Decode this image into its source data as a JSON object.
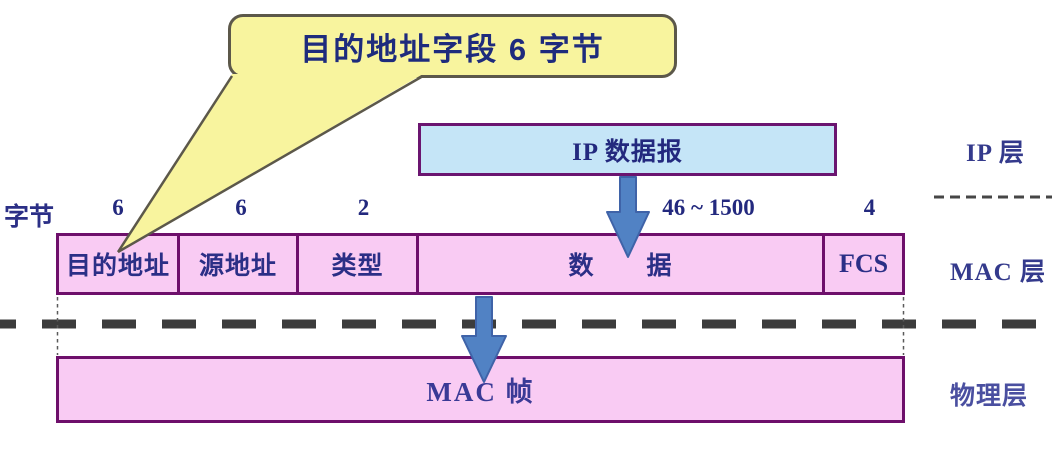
{
  "callout": {
    "text": "目的地址字段 6 字节"
  },
  "byte_row": {
    "unit_label": "字节",
    "sizes": [
      "6",
      "6",
      "2",
      "46 ~ 1500",
      "4"
    ]
  },
  "ip_box": {
    "label": "IP 数据报"
  },
  "frame": {
    "fields": [
      {
        "label": "目的地址",
        "size": "6"
      },
      {
        "label": "源地址",
        "size": "6"
      },
      {
        "label": "类型",
        "size": "2"
      },
      {
        "label": "数　　据",
        "size": "46 ~ 1500"
      },
      {
        "label": "FCS",
        "size": "4"
      }
    ]
  },
  "mac_frame_box": {
    "label": "MAC 帧"
  },
  "layer_labels": {
    "ip": "IP 层",
    "mac": "MAC 层",
    "physical": "物理层"
  },
  "colors": {
    "field_fill": "#F9CBF3",
    "field_border": "#6E0F6B",
    "ip_box_fill": "#C5E5F7",
    "ip_box_border": "#6B1570",
    "callout_fill": "#F8F49E",
    "callout_border": "#5C584A",
    "arrow_fill": "#5182C4",
    "arrow_outline": "#3F63A8",
    "text_navy": "#2B2F86",
    "dash_line": "#3C3C3C"
  }
}
